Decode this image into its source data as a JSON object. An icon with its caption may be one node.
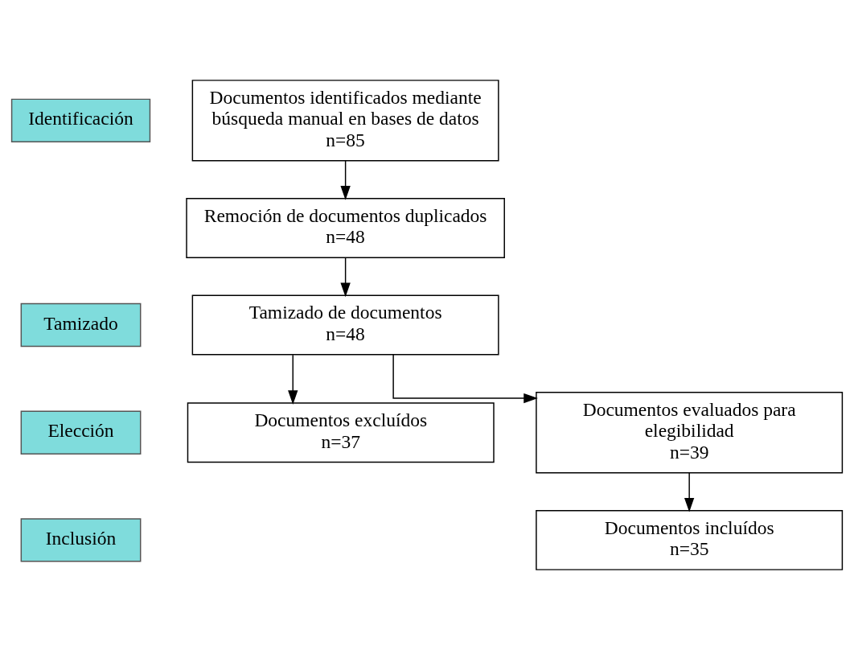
{
  "diagram": {
    "nodes": [
      {
        "text": [
          "Identificación"
        ]
      },
      {
        "text": [
          "Tamizado"
        ]
      },
      {
        "text": [
          "Elección"
        ]
      },
      {
        "text": [
          "Inclusión"
        ]
      },
      {
        "text": [
          "Documentos identificados mediante búsqueda manual en bases de datos",
          "n=85"
        ]
      },
      {
        "text": [
          "Remoción de documentos duplicados",
          "n=48"
        ]
      },
      {
        "text": [
          "Tamizado de documentos",
          "n=48"
        ]
      },
      {
        "text": [
          "Documentos excluídos",
          "n=37"
        ]
      },
      {
        "text": [
          "Documentos evaluados para elegibilidad",
          "n=39"
        ]
      },
      {
        "text": [
          "Documentos incluídos",
          "n=35"
        ]
      }
    ],
    "edges": [
      {
        "from": 4,
        "to": 5,
        "arrow": "to"
      },
      {
        "from": 5,
        "to": 6,
        "arrow": "to"
      },
      {
        "from": 6,
        "to": 7,
        "arrow": "to"
      },
      {
        "from": 6,
        "to": 8,
        "arrow": "to"
      },
      {
        "from": 8,
        "to": 9,
        "arrow": "to"
      }
    ]
  }
}
